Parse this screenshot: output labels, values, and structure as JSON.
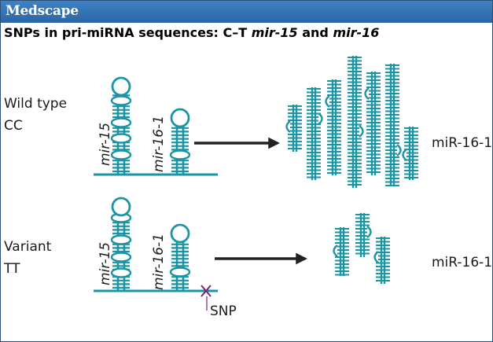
{
  "brand": "Medscape",
  "title": {
    "prefix": "SNPs in pri-miRNA sequences: C–T ",
    "gene1": "mir-15",
    "connector": " and ",
    "gene2": "mir-16"
  },
  "wild_type": {
    "line1": "Wild type",
    "line2": "CC",
    "gene_a": "mir-15",
    "gene_b": "mir-16-1",
    "product": "miR-16-1"
  },
  "variant": {
    "line1": "Variant",
    "line2": "TT",
    "gene_a": "mir-15",
    "gene_b": "mir-16-1",
    "product": "miR-16-1",
    "snp": "SNP"
  },
  "colors": {
    "rna": "#1b94a4",
    "snp_mark": "#7a2470",
    "arrow": "#222222",
    "brand_bar": "#3674b5"
  }
}
